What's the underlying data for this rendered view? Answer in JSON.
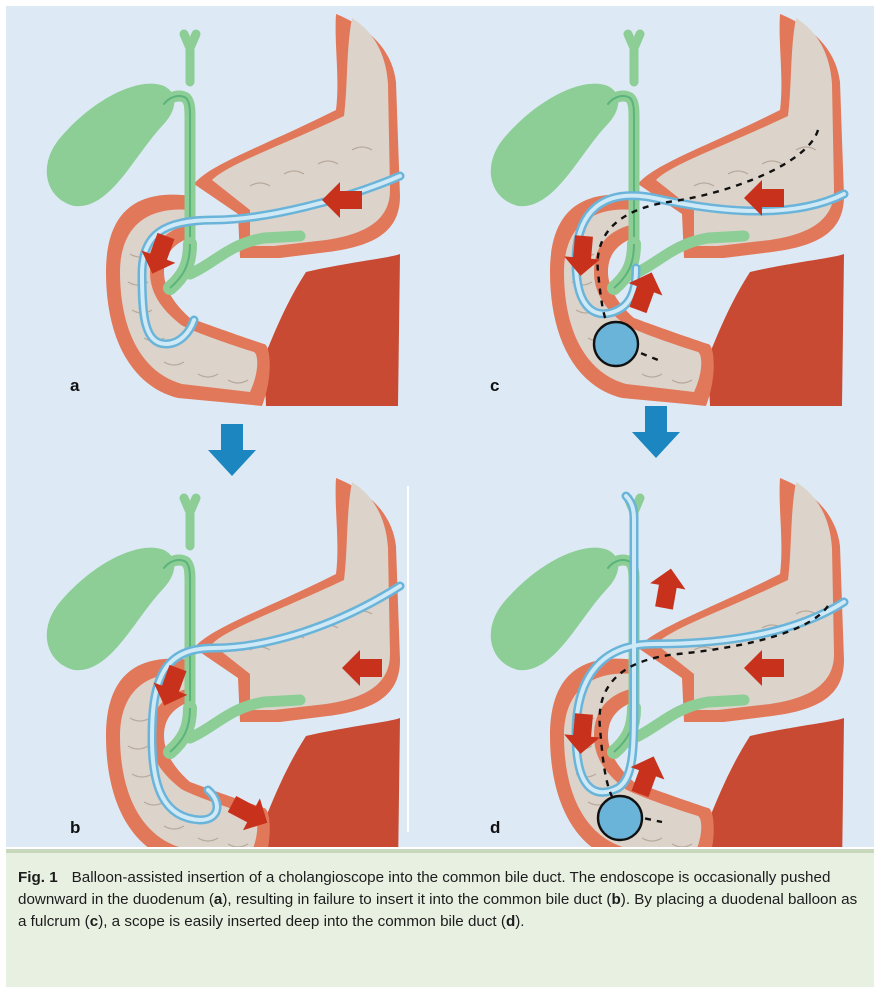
{
  "panels": [
    {
      "label": "a"
    },
    {
      "label": "b"
    },
    {
      "label": "c"
    },
    {
      "label": "d"
    }
  ],
  "colors": {
    "background": "#ddeaf5",
    "wall": "#e2785a",
    "mucosa": "#dcd3ca",
    "bile_duct": "#8cce96",
    "scope": "#a8d4ec",
    "balloon": "#6ab4da",
    "red_arrow": "#c8321c",
    "blue_arrow": "#1b86c0",
    "caption_background": "#e8f0e2"
  },
  "caption": {
    "fig_label": "Fig. 1",
    "segments": [
      {
        "text": "Balloon-assisted insertion of a cholangioscope into the common bile duct. The endoscope is occasionally pushed downward in the duodenum ("
      },
      {
        "text": "a",
        "bold": true
      },
      {
        "text": "), resulting in failure to insert it into the common bile duct ("
      },
      {
        "text": "b",
        "bold": true
      },
      {
        "text": "). By placing a duodenal balloon as a fulcrum ("
      },
      {
        "text": "c",
        "bold": true
      },
      {
        "text": "), a scope is easily inserted deep into the common bile duct ("
      },
      {
        "text": "d",
        "bold": true
      },
      {
        "text": ")."
      }
    ]
  }
}
